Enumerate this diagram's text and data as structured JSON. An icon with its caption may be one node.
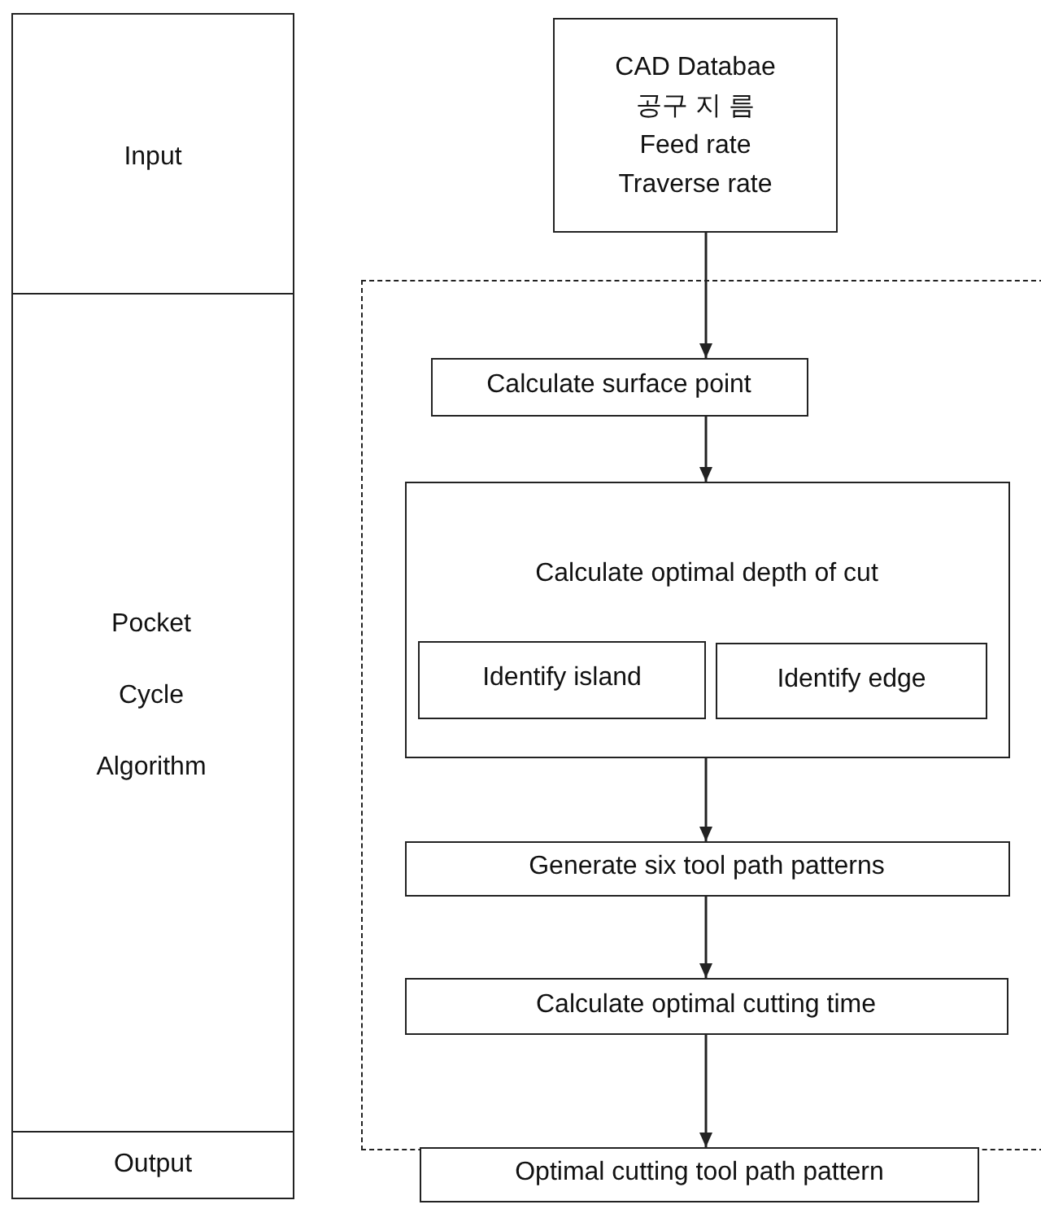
{
  "diagram": {
    "nodes": [
      {
        "text": [
          "Input"
        ]
      },
      {
        "text": [
          "Pocket Cycle Algorithm"
        ]
      },
      {
        "text": [
          "Output"
        ]
      },
      {
        "text": [
          "CAD Databae",
          "공구 지 름",
          "Feed rate",
          "Traverse rate"
        ]
      },
      {
        "text": [],
        "shape": "box"
      },
      {
        "text": [
          "Calculate surface point"
        ],
        "in": 4
      },
      {
        "text": [
          "Calculate optimal depth of cut"
        ],
        "in": 4
      },
      {
        "text": [
          "Identify island"
        ],
        "in": 6
      },
      {
        "text": [
          "Identify edge"
        ],
        "in": 6
      },
      {
        "text": [
          "Generate six tool path patterns"
        ],
        "in": 4
      },
      {
        "text": [
          "Calculate optimal cutting time"
        ],
        "in": 4
      },
      {
        "text": [
          "Optimal cutting tool path pattern"
        ]
      }
    ],
    "edges": [
      {
        "from": 3,
        "to": 5,
        "arrow": "to"
      },
      {
        "from": 5,
        "to": 6,
        "arrow": "to"
      },
      {
        "from": 6,
        "to": 9,
        "arrow": "to"
      },
      {
        "from": 9,
        "to": 10,
        "arrow": "to"
      },
      {
        "from": 10,
        "to": 11,
        "arrow": "to"
      }
    ]
  }
}
